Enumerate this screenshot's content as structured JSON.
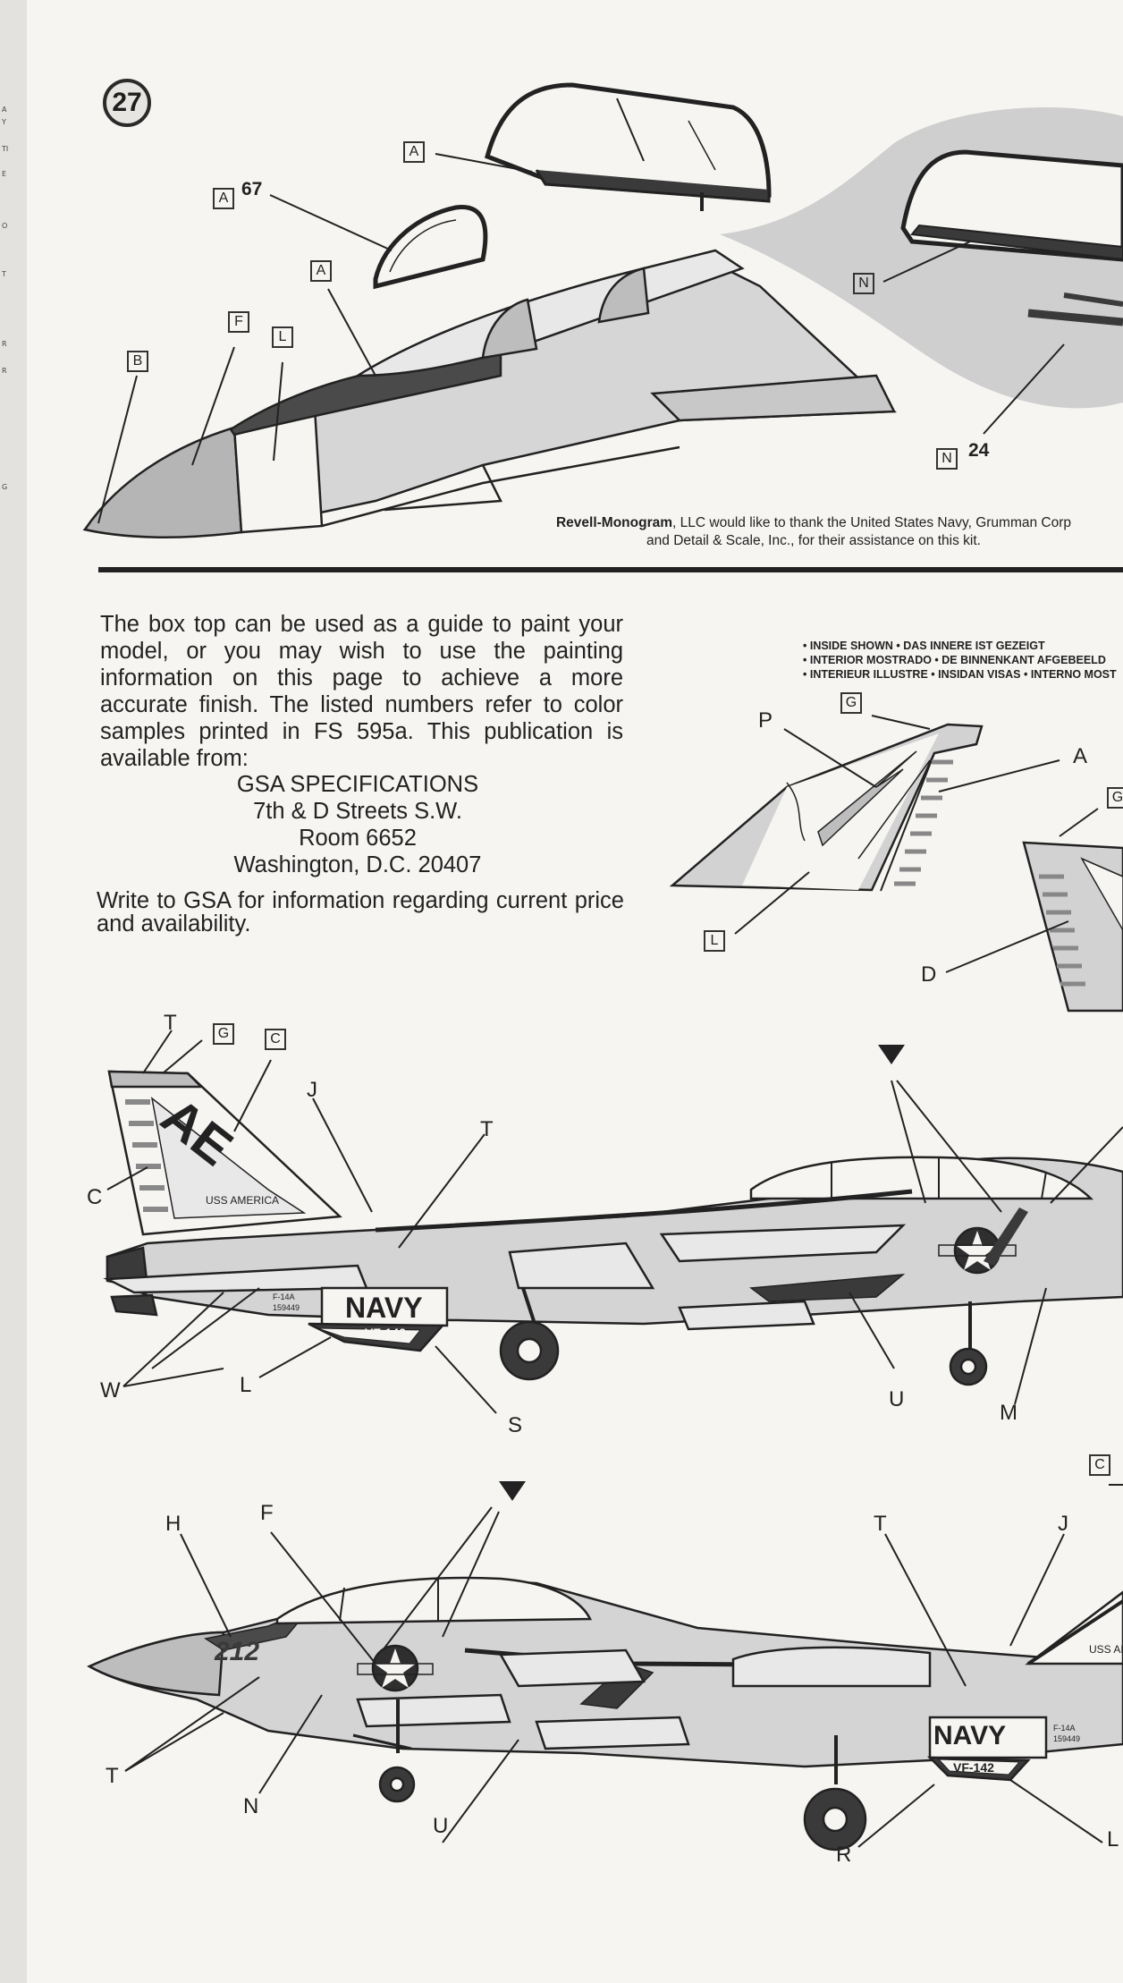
{
  "step_number": "27",
  "thanks": {
    "brand": "Revell-Monogram",
    "line1_rest": ", LLC  would like to thank the United States Navy, Grumman Corp",
    "line2": "and Detail & Scale, Inc., for their assistance on this kit."
  },
  "paint_guide": {
    "intro": "The box top can be used as a guide to paint your model, or you may wish to use the painting information on this page to achieve a more accurate finish. The listed numbers refer to color samples printed in FS 595a. This publication is available from:",
    "address": [
      "GSA SPECIFICATIONS",
      "7th & D Streets S.W.",
      "Room 6652",
      "Washington, D.C. 20407"
    ],
    "outro": "Write to GSA for information regarding current price and availability."
  },
  "inside_legend": [
    "• INSIDE SHOWN  •  DAS INNERE IST GEZEIGT",
    "• INTERIOR MOSTRADO  •  DE BINNENKANT AFGEBEELD",
    "• INTERIEUR ILLUSTRE  •  INSIDAN VISAS  •  INTERNO MOST"
  ],
  "part_numbers": {
    "canopy_front": "67",
    "probe": "24"
  },
  "markings": {
    "tail_code": "AE",
    "ship": "USS AMERICA",
    "service": "NAVY",
    "squadron": "VF-142",
    "modex": "212",
    "serial_type": "F-14A",
    "serial_number": "159449"
  },
  "callouts": {
    "box_A": "A",
    "box_B": "B",
    "box_C": "C",
    "box_F": "F",
    "box_G": "G",
    "box_L": "L",
    "box_N": "N",
    "A": "A",
    "C": "C",
    "D": "D",
    "F": "F",
    "H": "H",
    "J": "J",
    "L": "L",
    "M": "M",
    "N": "N",
    "P": "P",
    "R": "R",
    "S": "S",
    "T": "T",
    "U": "U",
    "W": "W"
  },
  "left_strip": [
    "A",
    "Y",
    "TI",
    "E",
    "O",
    "T",
    "R",
    "R",
    "G"
  ]
}
